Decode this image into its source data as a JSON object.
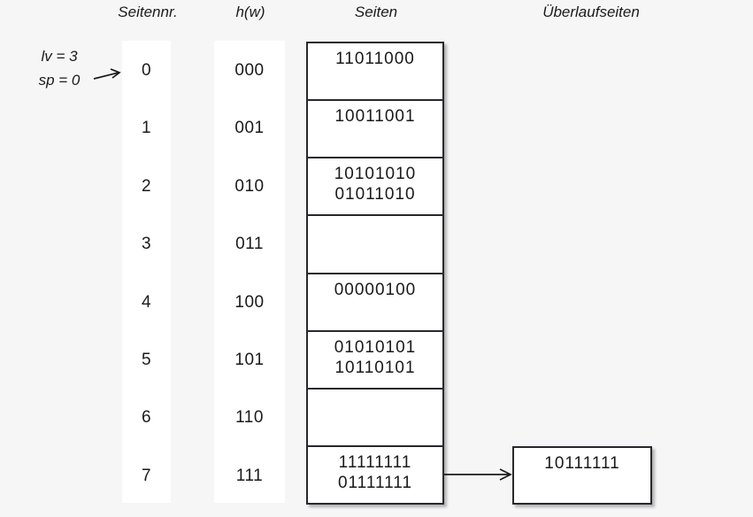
{
  "title": "Lineares Hashing Diagramm",
  "colors": {
    "background": "#f6f6f7",
    "box_fill": "#ffffff",
    "border": "#28282c",
    "text": "#1a1a1a"
  },
  "headers": {
    "page_number": "Seitennr.",
    "hash_function": "h(w)",
    "pages": "Seiten",
    "overflow_pages": "Überlaufseiten"
  },
  "annotation": {
    "line1": "lv = 3",
    "line2": "sp = 0"
  },
  "icons": {
    "pointer_arrow": "arrow-right-up",
    "overflow_arrow": "arrow-right"
  },
  "rows": [
    {
      "nr": "0",
      "hw": "000",
      "lines": [
        "11011000"
      ]
    },
    {
      "nr": "1",
      "hw": "001",
      "lines": [
        "10011001"
      ]
    },
    {
      "nr": "2",
      "hw": "010",
      "lines": [
        "10101010",
        "01011010"
      ]
    },
    {
      "nr": "3",
      "hw": "011",
      "lines": []
    },
    {
      "nr": "4",
      "hw": "100",
      "lines": [
        "00000100"
      ]
    },
    {
      "nr": "5",
      "hw": "101",
      "lines": [
        "01010101",
        "10110101"
      ]
    },
    {
      "nr": "6",
      "hw": "110",
      "lines": []
    },
    {
      "nr": "7",
      "hw": "111",
      "lines": [
        "11111111",
        "01111111"
      ]
    }
  ],
  "overflow": {
    "attached_to_row": "7",
    "lines": [
      "10111111"
    ]
  }
}
